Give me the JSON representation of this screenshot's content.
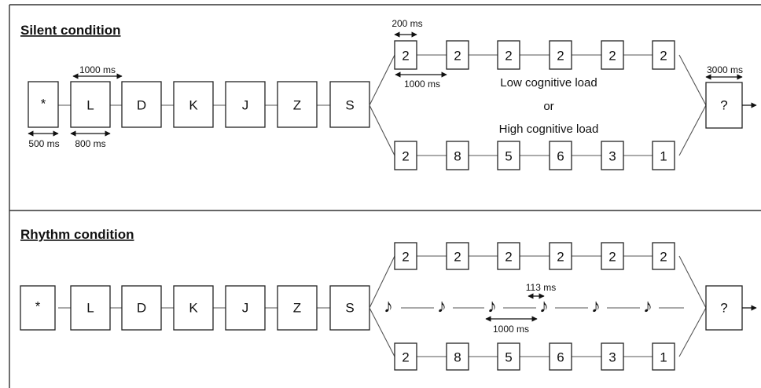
{
  "silent": {
    "title": "Silent condition",
    "fixation": "*",
    "letters": [
      "L",
      "D",
      "K",
      "J",
      "Z",
      "S"
    ],
    "low_digits": [
      "2",
      "2",
      "2",
      "2",
      "2",
      "2"
    ],
    "high_digits": [
      "2",
      "8",
      "5",
      "6",
      "3",
      "1"
    ],
    "probe": "?",
    "load_low": "Low cognitive load",
    "load_or": "or",
    "load_high": "High cognitive load",
    "durations": {
      "fixation": "500 ms",
      "letter_soa": "1000 ms",
      "letter_on": "800 ms",
      "digit_on": "200 ms",
      "digit_soa": "1000 ms",
      "probe": "3000 ms"
    }
  },
  "rhythm": {
    "title": "Rhythm condition",
    "fixation": "*",
    "letters": [
      "L",
      "D",
      "K",
      "J",
      "Z",
      "S"
    ],
    "low_digits": [
      "2",
      "2",
      "2",
      "2",
      "2",
      "2"
    ],
    "high_digits": [
      "2",
      "8",
      "5",
      "6",
      "3",
      "1"
    ],
    "probe": "?",
    "note_symbol": "♪",
    "durations": {
      "note_on": "113 ms",
      "note_soa": "1000 ms"
    }
  }
}
